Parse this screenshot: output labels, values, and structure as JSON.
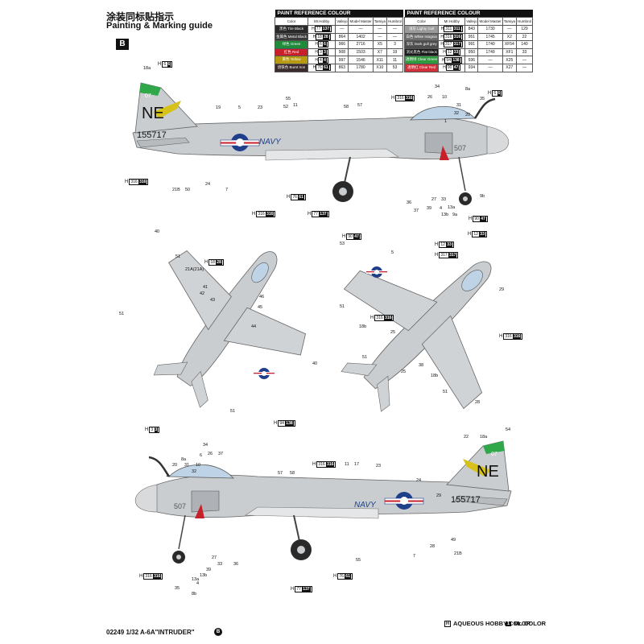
{
  "header": {
    "title_cn": "涂装同标贴指示",
    "title_en": "Painting & Marking guide",
    "section": "B"
  },
  "paint_tables": [
    {
      "title": "PAINT  REFERENCE COLOUR",
      "columns": [
        "Color",
        "Mr.Hobby",
        "Vallejo",
        "Model Master",
        "Tamiya",
        "Humbrol"
      ],
      "rows": [
        {
          "name": "黑色 Tire Black",
          "swatch": "#2a2a2a",
          "mh": "77",
          "mc": "137",
          "vallejo": "—",
          "mm": "—",
          "tamiya": "—",
          "humbrol": "—"
        },
        {
          "name": "金属色 Metal Black",
          "swatch": "#3a3a3a",
          "mh": "18",
          "mc": "28",
          "vallejo": "864",
          "mm": "1402",
          "tamiya": "—",
          "humbrol": "—"
        },
        {
          "name": "绿色 Green",
          "swatch": "#1e8a3a",
          "mh": "6",
          "mc": "6",
          "vallejo": "966",
          "mm": "2716",
          "tamiya": "X5",
          "humbrol": "3"
        },
        {
          "name": "红色 Red",
          "swatch": "#c8202a",
          "mh": "3",
          "mc": "3",
          "vallejo": "908",
          "mm": "1503",
          "tamiya": "X7",
          "humbrol": "19"
        },
        {
          "name": "黄色 Yellow",
          "swatch": "#b79a10",
          "mh": "4",
          "mc": "4",
          "vallejo": "997",
          "mm": "1546",
          "tamiya": "X11",
          "humbrol": "11"
        },
        {
          "name": "烧铁色 Burnt Iron",
          "swatch": "#3b2b2b",
          "mh": "76",
          "mc": "61",
          "vallejo": "863",
          "mm": "1780",
          "tamiya": "X10",
          "humbrol": "53"
        }
      ]
    },
    {
      "title": "PAINT  REFERENCE COLOUR",
      "columns": [
        "Color",
        "Mr.Hobby",
        "Vallejo",
        "Model Master",
        "Tamiya",
        "Humbrol"
      ],
      "rows": [
        {
          "name": "浅灰 Lighty Gull",
          "swatch": "#9a9a9a",
          "mh": "311",
          "mc": "311",
          "vallejo": "843",
          "mm": "1730",
          "tamiya": "—",
          "humbrol": "129"
        },
        {
          "name": "白色 White Insignia",
          "swatch": "#6c6c6c",
          "mh": "316",
          "mc": "316",
          "vallejo": "951",
          "mm": "1745",
          "tamiya": "X2",
          "humbrol": "22"
        },
        {
          "name": "深灰 Dark gull grey",
          "swatch": "#4d4d4d",
          "mh": "317",
          "mc": "317",
          "vallejo": "991",
          "mm": "1740",
          "tamiya": "XF54",
          "humbrol": "140"
        },
        {
          "name": "消光黑色 Flat black",
          "swatch": "#1a1a1a",
          "mh": "12",
          "mc": "33",
          "vallejo": "950",
          "mm": "1749",
          "tamiya": "XF1",
          "humbrol": "33"
        },
        {
          "name": "透明绿 Clear Green",
          "swatch": "#2f9a3f",
          "mh": "94",
          "mc": "138",
          "vallejo": "936",
          "mm": "—",
          "tamiya": "X25",
          "humbrol": "—"
        },
        {
          "name": "透明红 Clear Red",
          "swatch": "#d0303a",
          "mh": "90",
          "mc": "47",
          "vallejo": "934",
          "mm": "—",
          "tamiya": "X27",
          "humbrol": "—"
        }
      ]
    }
  ],
  "aircraft": {
    "tail_code": "NE",
    "serial": "155717",
    "modex_tail": "07",
    "modex_nose": "507",
    "navy_text": "NAVY"
  },
  "colors": {
    "aircraft_grey": "#c9cdd0",
    "underside": "#e4e6e8",
    "tail_green": "#2fa84a",
    "tail_yellow": "#d6c21a",
    "insignia_blue": "#1f3f8a",
    "insignia_red": "#c8202a"
  },
  "hcalls": {
    "top_left_tail": {
      "h": "H",
      "a": "6",
      "b": "6"
    },
    "top_mid": {
      "h": "H",
      "a": "316",
      "b": "316"
    },
    "top_right": {
      "h": "H",
      "a": "6",
      "b": "6"
    },
    "left_nose": {
      "h": "H",
      "a": "316",
      "b": "316"
    },
    "gear1": {
      "h": "H",
      "a": "76",
      "b": "61"
    },
    "gear2": {
      "h": "H",
      "a": "77",
      "b": "137"
    },
    "nose_gear": {
      "h": "H",
      "a": "90",
      "b": "47"
    },
    "plan1_top": {
      "h": "H",
      "a": "316",
      "b": "316"
    },
    "plan1_mid": {
      "h": "H",
      "a": "18",
      "b": "28"
    },
    "plan1_bot": {
      "h": "H",
      "a": "3",
      "b": "3"
    },
    "plan1_bot2": {
      "h": "H",
      "a": "94",
      "b": "138"
    },
    "plan2_a": {
      "h": "H",
      "a": "90",
      "b": "47"
    },
    "plan2_b": {
      "h": "H",
      "a": "12",
      "b": "33"
    },
    "plan2_c": {
      "h": "H",
      "a": "12",
      "b": "33"
    },
    "plan2_d": {
      "h": "H",
      "a": "317",
      "b": "317"
    },
    "plan2_e": {
      "h": "H",
      "a": "316",
      "b": "316"
    },
    "plan2_f": {
      "h": "H",
      "a": "316",
      "b": "316"
    },
    "bot_mid": {
      "h": "H",
      "a": "316",
      "b": "316"
    },
    "bot_gear1": {
      "h": "H",
      "a": "316",
      "b": "316"
    },
    "bot_gear2": {
      "h": "H",
      "a": "77",
      "b": "137"
    },
    "bot_gear3": {
      "h": "H",
      "a": "76",
      "b": "61"
    }
  },
  "callouts_side1": [
    "18a",
    "19",
    "5",
    "23",
    "55",
    "52",
    "11",
    "58",
    "57",
    "26",
    "34",
    "10",
    "31",
    "32",
    "20",
    "1",
    "21B",
    "50",
    "24",
    "7",
    "36",
    "37",
    "39",
    "27",
    "33",
    "13a",
    "9b",
    "9a",
    "13b",
    "8a",
    "35",
    "4"
  ],
  "callouts_plan1": [
    "40",
    "51",
    "21A(21A)",
    "41",
    "42",
    "43",
    "46",
    "45",
    "44",
    "51",
    "40",
    "51"
  ],
  "callouts_plan2": [
    "53",
    "5",
    "51",
    "29",
    "18b",
    "25",
    "38",
    "54",
    "25",
    "18b",
    "51",
    "28",
    "51"
  ],
  "callouts_side2": [
    "34",
    "26",
    "6",
    "37",
    "8a",
    "31",
    "10",
    "20",
    "32",
    "1",
    "57",
    "58",
    "11",
    "17",
    "23",
    "22",
    "18a",
    "24",
    "29",
    "49",
    "21B",
    "28",
    "7",
    "55",
    "13a",
    "13b",
    "8b",
    "4",
    "35",
    "36",
    "33",
    "27",
    "39"
  ],
  "footer": {
    "product": "02249 1/32 A-6A\"INTRUDER\"",
    "mark": "B",
    "legend_aq_box": "H",
    "legend_aq": "AQUEOUS HOBBY COLOR",
    "legend_mr_box": "1",
    "legend_mr": "Mr. COLOR"
  }
}
